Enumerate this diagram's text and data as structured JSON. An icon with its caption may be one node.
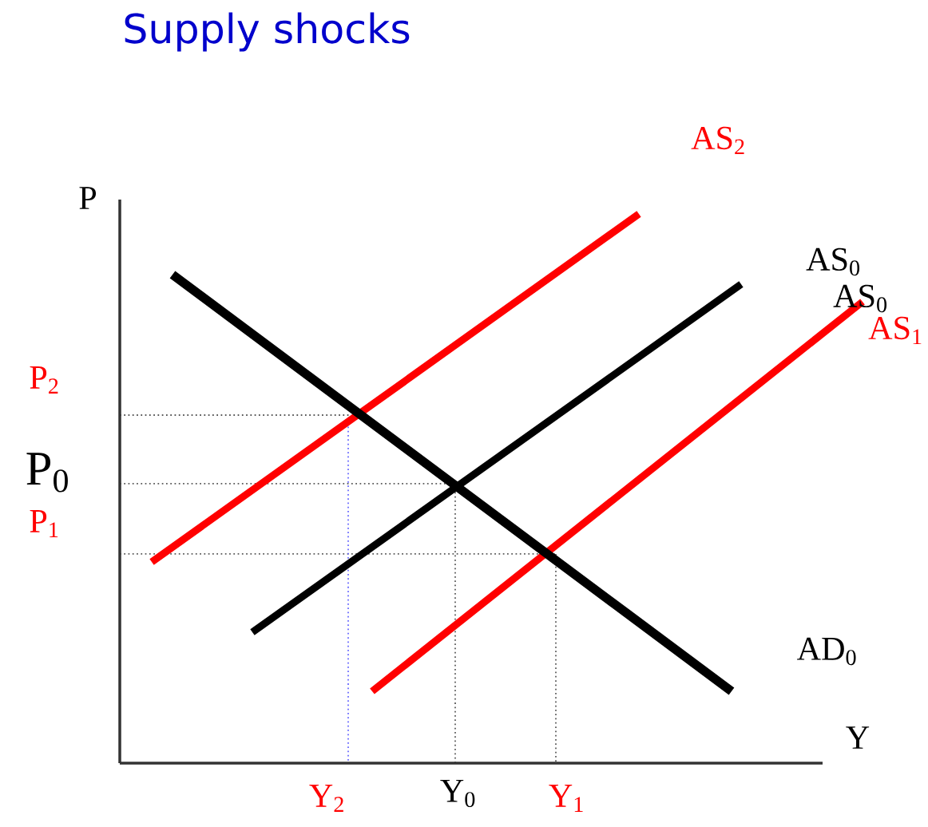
{
  "diagram": {
    "title": "Supply shocks",
    "labels": [
      "P",
      "AS$_{2}$",
      "AS$_{0}$",
      "AS$_{0}$",
      "P$_{2}$",
      "AS$_{1}$",
      "P$_{0}$",
      "P$_{1}$",
      "AD$_{0}$",
      "Y",
      "Y$_{2}$",
      "Y$_{0}$",
      "Y$_{1}$"
    ]
  }
}
